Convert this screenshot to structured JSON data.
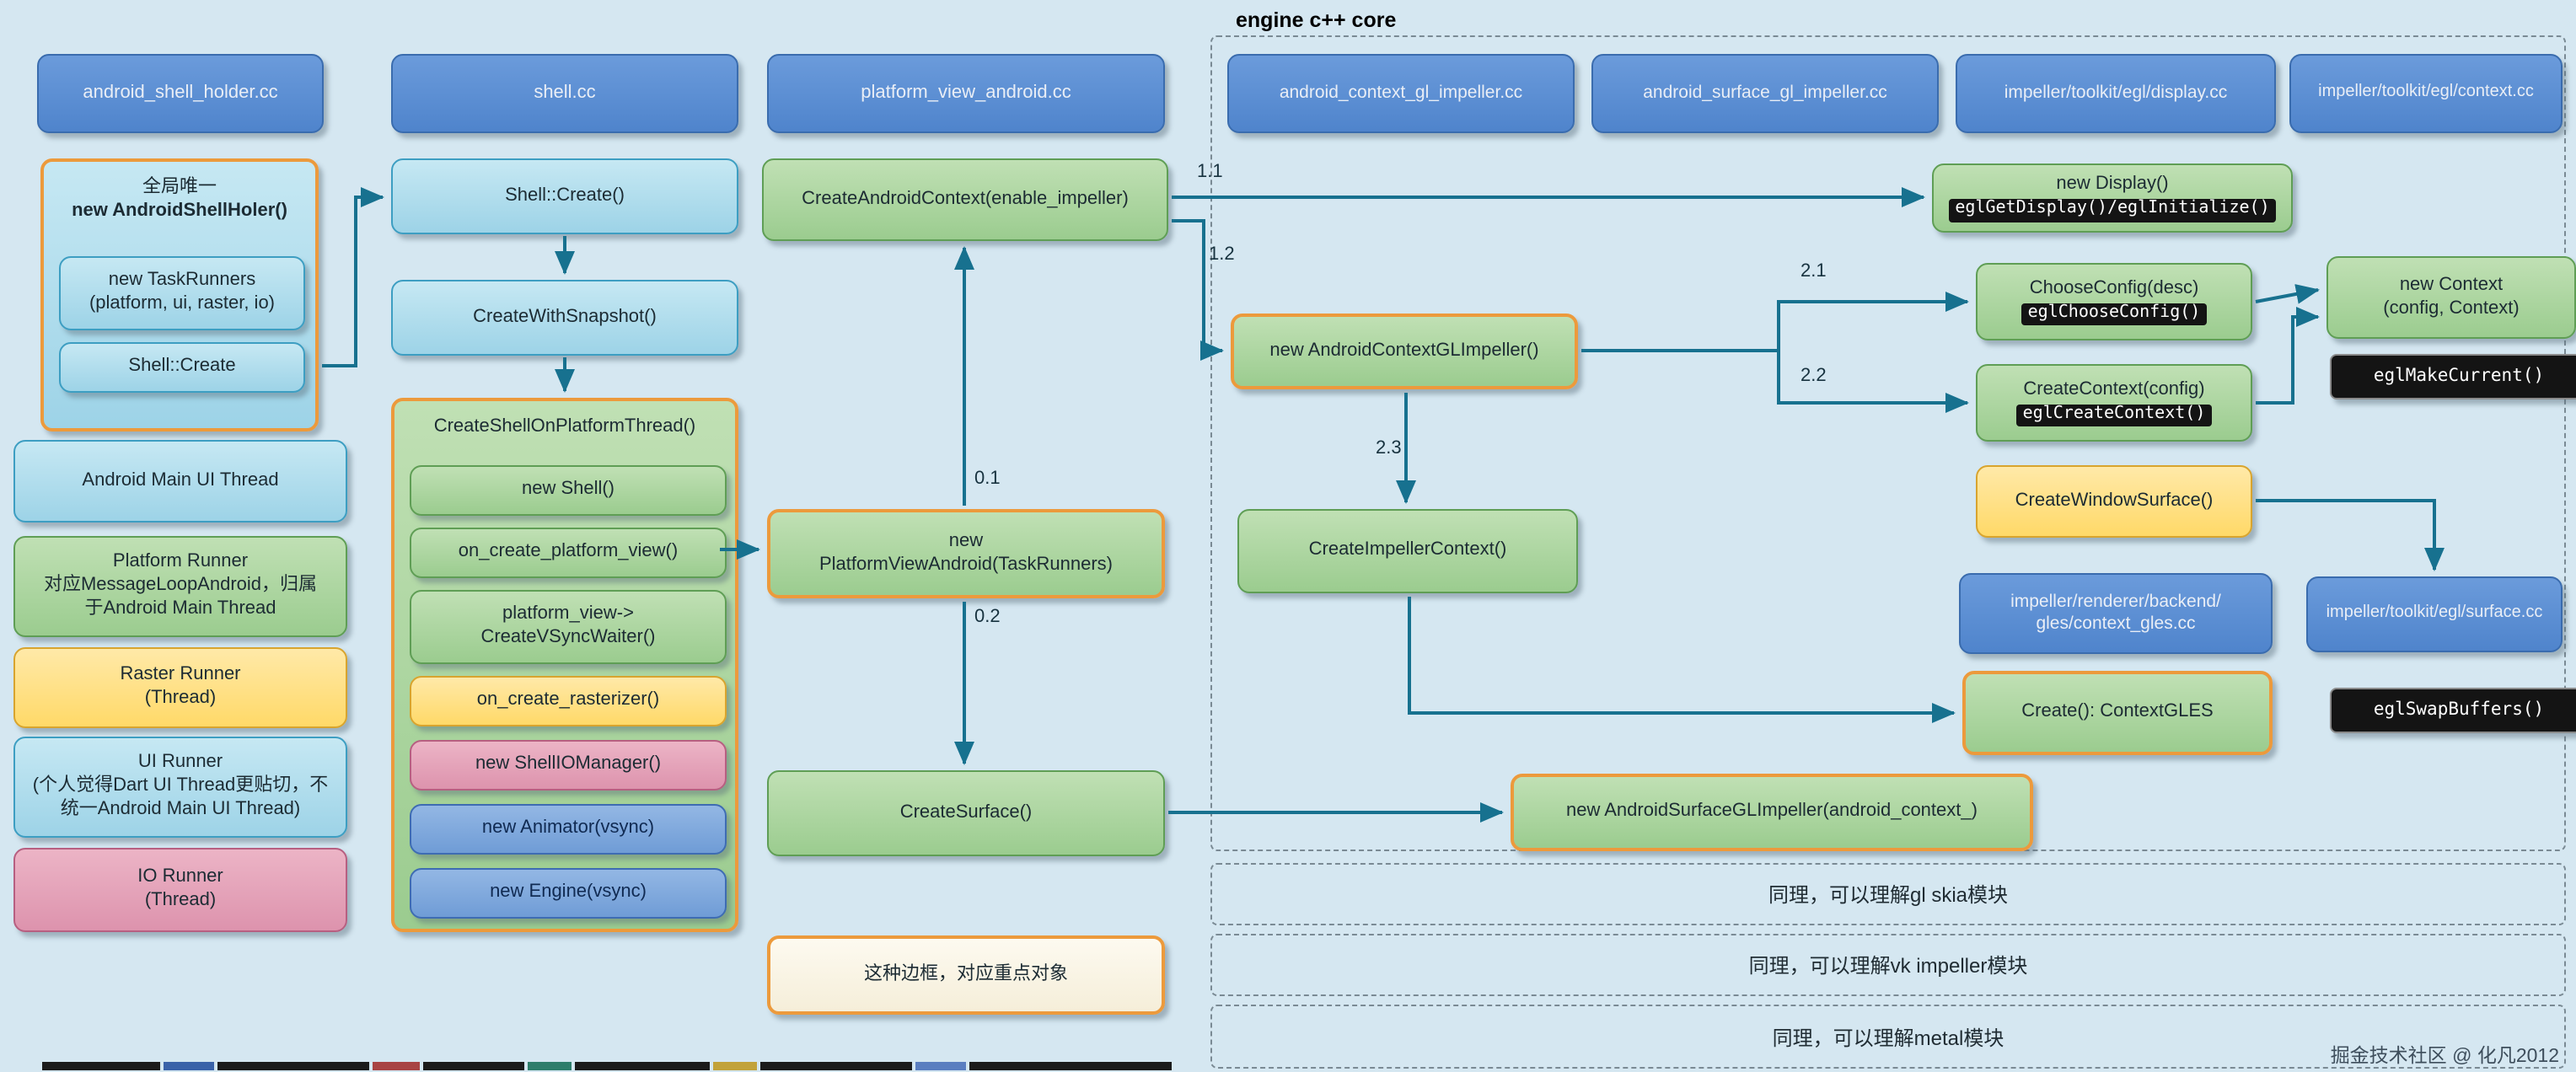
{
  "colors": {
    "background": "#d5e7f1",
    "file_box_border": "#3a6cae",
    "cyan_border": "#3d9ec2",
    "green_border": "#5f9e55",
    "yellow_border": "#d8a42e",
    "pink_border": "#b75f81",
    "inner_blue_border": "#3e6cb3",
    "code_bg": "#141414",
    "code_text": "#ffffff",
    "accent_orange": "#ec9a3c",
    "arrow": "#17718f",
    "dashed_border": "#7a8a94",
    "text_dark": "#1c2b33",
    "text_light": "#e9eef6"
  },
  "files": {
    "android_shell_holder": "android_shell_holder.cc",
    "shell": "shell.cc",
    "platform_view_android": "platform_view_android.cc",
    "android_context_gl_impeller": "android_context_gl_impeller.cc",
    "android_surface_gl_impeller": "android_surface_gl_impeller.cc",
    "egl_display": "impeller/toolkit/egl/display.cc",
    "egl_context": "impeller/toolkit/egl/context.cc",
    "context_gles": "impeller/renderer/backend/\ngles/context_gles.cc",
    "egl_surface": "impeller/toolkit/egl/surface.cc"
  },
  "holder": {
    "subtitle": "全局唯一",
    "title": "new AndroidShellHoler()",
    "task_runners": "new TaskRunners\n(platform, ui, raster, io)",
    "shell_create": "Shell::Create"
  },
  "runners": {
    "main_thread": "Android Main UI Thread",
    "platform": "Platform Runner\n对应MessageLoopAndroid，归属\n于Android Main Thread",
    "raster": "Raster Runner\n(Thread)",
    "ui": "UI Runner\n(个人觉得Dart UI Thread更贴切，不\n统一Android Main UI Thread)",
    "io": "IO Runner\n(Thread)"
  },
  "shell_flow": {
    "create": "Shell::Create()",
    "with_snapshot": "CreateWithSnapshot()",
    "on_platform_thread": "CreateShellOnPlatformThread()",
    "steps": [
      "new Shell()",
      "on_create_platform_view()",
      "platform_view->\nCreateVSyncWaiter()",
      "on_create_rasterizer()",
      "new ShellIOManager()",
      "new Animator(vsync)",
      "new Engine(vsync)"
    ]
  },
  "platform_flow": {
    "create_android_context": "CreateAndroidContext(enable_impeller)",
    "new_platform_view": "new\nPlatformViewAndroid(TaskRunners)",
    "create_surface": "CreateSurface()",
    "legend": "这种边框，对应重点对象"
  },
  "engine_core": {
    "title": "engine c++ core",
    "new_display_title": "new Display()",
    "new_display_code": "eglGetDisplay()/eglInitialize()",
    "new_android_context_gl_impeller": "new AndroidContextGLImpeller()",
    "choose_config_title": "ChooseConfig(desc)",
    "choose_config_code": "eglChooseConfig()",
    "create_context_title": "CreateContext(config)",
    "create_context_code": "eglCreateContext()",
    "new_context": "new Context\n(config, Context)",
    "egl_make_current": "eglMakeCurrent()",
    "create_window_surface": "CreateWindowSurface()",
    "create_impeller_context": "CreateImpellerContext()",
    "create_context_gles": "Create():  ContextGLES",
    "egl_swap_buffers": "eglSwapBuffers()",
    "new_android_surface": "new AndroidSurfaceGLImpeller(android_context_)"
  },
  "notes": {
    "gl_skia": "同理，可以理解gl skia模块",
    "vk_impeller": "同理，可以理解vk impeller模块",
    "metal": "同理，可以理解metal模块"
  },
  "footer": "掘金技术社区 @ 化凡2012",
  "arrow_labels": {
    "l01": "0.1",
    "l02": "0.2",
    "l11": "1.1",
    "l12": "1.2",
    "l21": "2.1",
    "l22": "2.2",
    "l23": "2.3"
  }
}
